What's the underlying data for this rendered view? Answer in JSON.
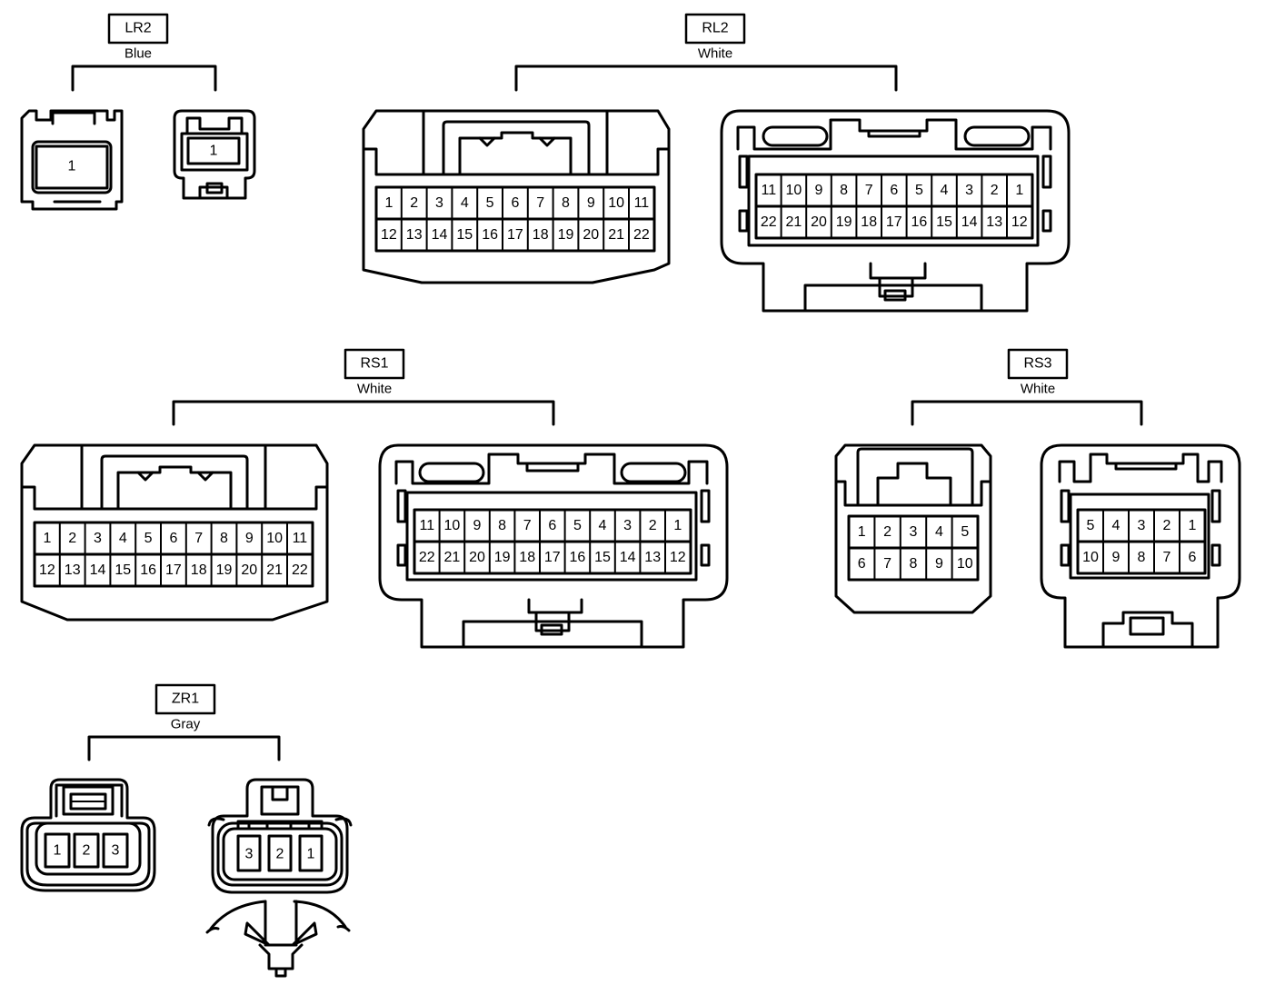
{
  "connectors": {
    "LR2": {
      "code": "LR2",
      "color": "Blue",
      "left_pins": [
        "1"
      ],
      "right_pins": [
        "1"
      ]
    },
    "RL2": {
      "code": "RL2",
      "color": "White",
      "left_top": [
        "1",
        "2",
        "3",
        "4",
        "5",
        "6",
        "7",
        "8",
        "9",
        "10",
        "11"
      ],
      "left_bot": [
        "12",
        "13",
        "14",
        "15",
        "16",
        "17",
        "18",
        "19",
        "20",
        "21",
        "22"
      ],
      "right_top": [
        "11",
        "10",
        "9",
        "8",
        "7",
        "6",
        "5",
        "4",
        "3",
        "2",
        "1"
      ],
      "right_bot": [
        "22",
        "21",
        "20",
        "19",
        "18",
        "17",
        "16",
        "15",
        "14",
        "13",
        "12"
      ]
    },
    "RS1": {
      "code": "RS1",
      "color": "White",
      "left_top": [
        "1",
        "2",
        "3",
        "4",
        "5",
        "6",
        "7",
        "8",
        "9",
        "10",
        "11"
      ],
      "left_bot": [
        "12",
        "13",
        "14",
        "15",
        "16",
        "17",
        "18",
        "19",
        "20",
        "21",
        "22"
      ],
      "right_top": [
        "11",
        "10",
        "9",
        "8",
        "7",
        "6",
        "5",
        "4",
        "3",
        "2",
        "1"
      ],
      "right_bot": [
        "22",
        "21",
        "20",
        "19",
        "18",
        "17",
        "16",
        "15",
        "14",
        "13",
        "12"
      ]
    },
    "RS3": {
      "code": "RS3",
      "color": "White",
      "left_top": [
        "1",
        "2",
        "3",
        "4",
        "5"
      ],
      "left_bot": [
        "6",
        "7",
        "8",
        "9",
        "10"
      ],
      "right_top": [
        "5",
        "4",
        "3",
        "2",
        "1"
      ],
      "right_bot": [
        "10",
        "9",
        "8",
        "7",
        "6"
      ]
    },
    "ZR1": {
      "code": "ZR1",
      "color": "Gray",
      "left_pins": [
        "1",
        "2",
        "3"
      ],
      "right_pins": [
        "3",
        "2",
        "1"
      ]
    }
  }
}
